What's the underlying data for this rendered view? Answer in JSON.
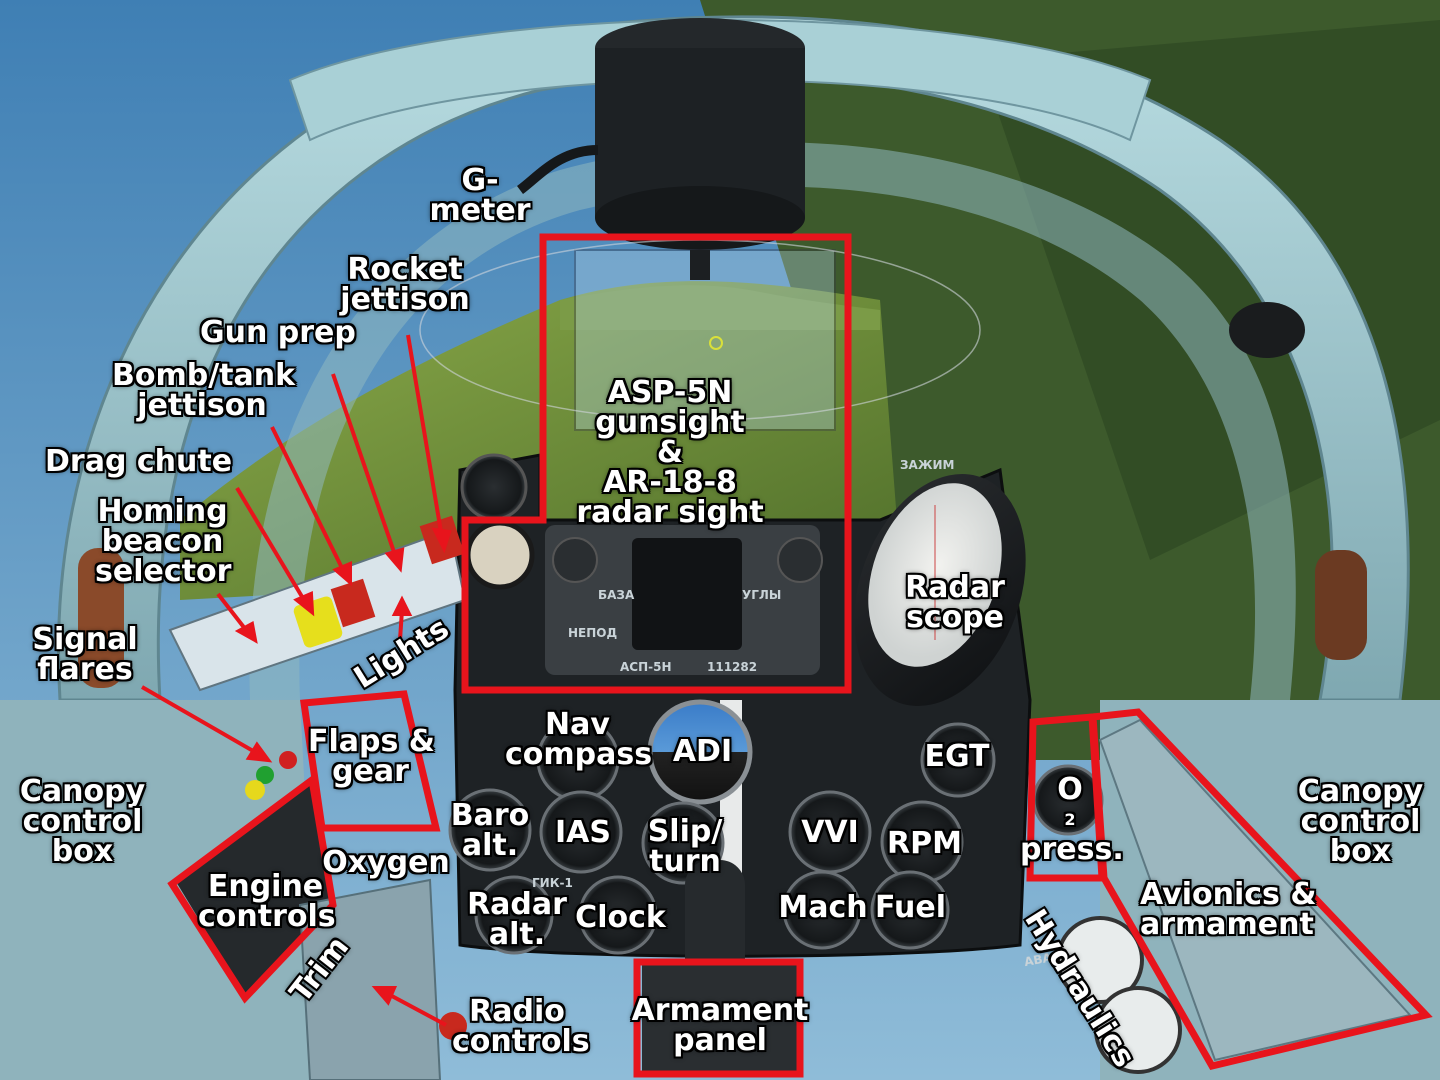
{
  "scene": {
    "colors": {
      "sky": "#5b95c3",
      "ground": "#6f8f3a",
      "canopy_frame": "#9ec7cf",
      "panel": "#1c1f22",
      "highlight_box": "#e8141c",
      "arrow": "#e8141c",
      "label_text": "#ffffff"
    }
  },
  "labels": {
    "g_meter": [
      "G-",
      "meter"
    ],
    "rocket_jettison": [
      "Rocket",
      "jettison"
    ],
    "gun_prep": [
      "Gun prep"
    ],
    "bomb_tank_jettison": [
      "Bomb/tank",
      "jettison"
    ],
    "drag_chute": [
      "Drag chute"
    ],
    "homing_beacon_selector": [
      "Homing",
      "beacon",
      "selector"
    ],
    "signal_flares": [
      "Signal",
      "flares"
    ],
    "lights": [
      "Lights"
    ],
    "gunsight": [
      "ASP-5N",
      "gunsight",
      "&",
      "AR-18-8",
      "radar sight"
    ],
    "radar_scope": [
      "Radar",
      "scope"
    ],
    "nav_compass": [
      "Nav",
      "compass"
    ],
    "adi": [
      "ADI"
    ],
    "egt": [
      "EGT"
    ],
    "o2_press_main": "O",
    "o2_press_sub": "2",
    "o2_press_line2": "press.",
    "flaps_gear": [
      "Flaps &",
      "gear"
    ],
    "oxygen": [
      "Oxygen"
    ],
    "baro_alt": [
      "Baro",
      "alt."
    ],
    "ias": [
      "IAS"
    ],
    "slip_turn": [
      "Slip/",
      "turn"
    ],
    "vvi": [
      "VVI"
    ],
    "rpm": [
      "RPM"
    ],
    "canopy_left": [
      "Canopy",
      "control",
      "box"
    ],
    "canopy_right": [
      "Canopy",
      "control",
      "box"
    ],
    "engine_controls": [
      "Engine",
      "controls"
    ],
    "radar_alt": [
      "Radar",
      "alt."
    ],
    "clock": [
      "Clock"
    ],
    "mach": [
      "Mach"
    ],
    "fuel": [
      "Fuel"
    ],
    "avionics_armament": [
      "Avionics &",
      "armament"
    ],
    "hydraulics": [
      "Hydraulics"
    ],
    "trim": [
      "Trim"
    ],
    "radio_controls": [
      "Radio",
      "controls"
    ],
    "armament_panel": [
      "Armament",
      "panel"
    ]
  },
  "plates": {
    "asp_model": "АСП-5Н",
    "asp_serial": "111282",
    "asp_base": "БАЗА",
    "asp_angles": "УГЛЫ",
    "neopod": "НЕПОД",
    "gik": "ГИК-1",
    "avar": "АВАР",
    "zazhim": "ЗАЖИМ"
  }
}
